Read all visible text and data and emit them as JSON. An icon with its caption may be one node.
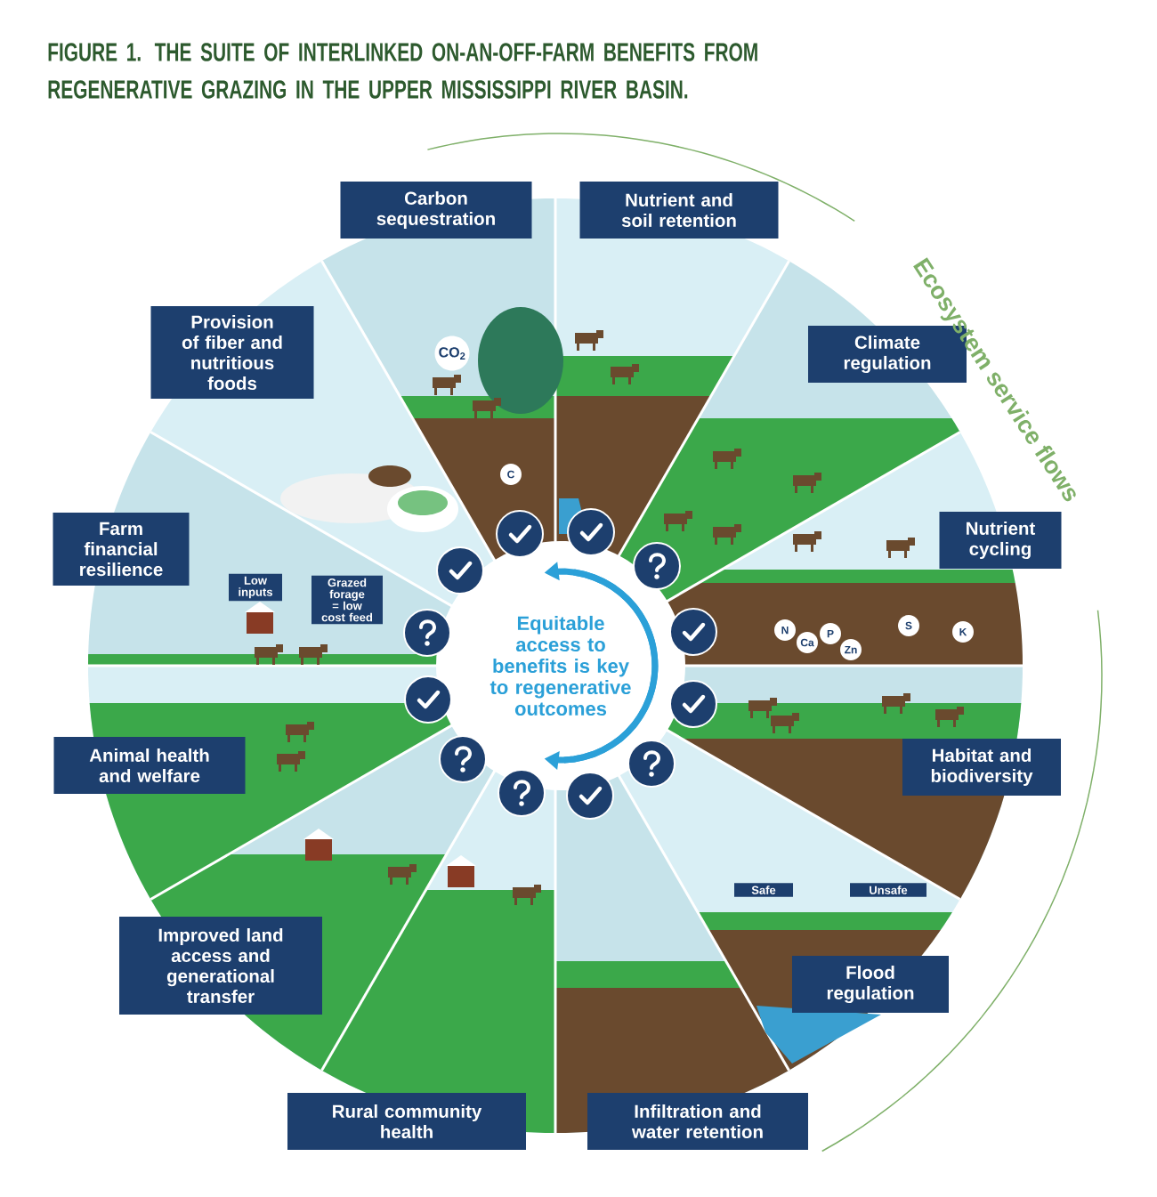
{
  "diagram": {
    "title": "FIGURE 1. THE SUITE OF INTERLINKED ON-AN-OFF-FARM BENEFITS FROM REGENERATIVE GRAZING IN THE UPPER MISSISSIPPI RIVER BASIN.",
    "nodes": [
      {
        "text": [
          "Carbon sequestration"
        ]
      },
      {
        "text": [
          "Nutrient and soil retention"
        ]
      },
      {
        "text": [
          "Climate regulation"
        ]
      },
      {
        "text": [
          "Nutrient cycling"
        ]
      },
      {
        "text": [
          "Habitat and biodiversity"
        ]
      },
      {
        "text": [
          "Flood regulation"
        ]
      },
      {
        "text": [
          "Infiltration and water retention"
        ]
      },
      {
        "text": [
          "Rural community health"
        ]
      },
      {
        "text": [
          "Improved land access and generational transfer"
        ]
      },
      {
        "text": [
          "Animal health and welfare"
        ]
      },
      {
        "text": [
          "Farm financial resilience"
        ]
      },
      {
        "text": [
          "Provision of fiber and nutritious foods"
        ]
      },
      {
        "text": [
          "Equitable access to benefits is key to regenerative outcomes"
        ]
      }
    ],
    "edges": [
      {
        "from": 12,
        "to": 12,
        "arrow": "to"
      },
      {
        "from": 12,
        "to": 12,
        "arrow": "to"
      }
    ],
    "labels": [
      "Ecosystem service flows",
      "CO$_{2}$",
      "C",
      "Low inputs",
      "Grazed forage = low cost feed",
      "S",
      "N",
      "K",
      "P",
      "Ca",
      "Zn",
      "Safe",
      "Unsafe"
    ]
  }
}
